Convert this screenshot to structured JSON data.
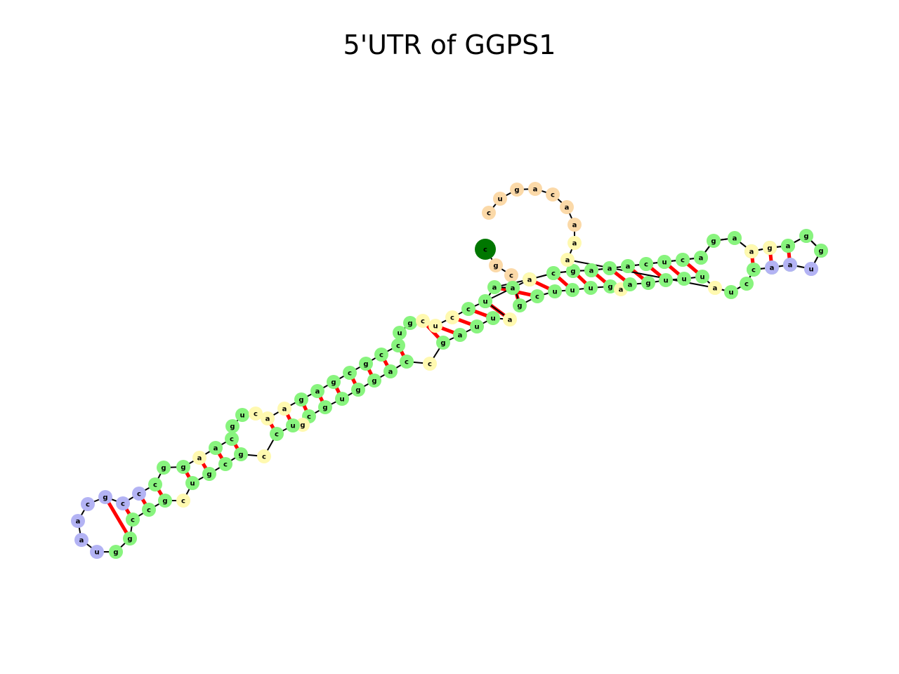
{
  "title": "5'UTR of GGPS1",
  "colors": {
    "stem": "#88f47e",
    "hairpin_loop": "#b3b3f4",
    "internal_loop": "#fff9b0",
    "external": "#fbd9a8",
    "five_prime": "#007700",
    "three_prime": "#ff0000",
    "pair_bond": "#ff0000",
    "backbone": "#000000"
  },
  "nucleotides": [
    {
      "base": "c",
      "type": "five_prime"
    },
    {
      "base": "g",
      "type": "external"
    },
    {
      "base": "c",
      "type": "external"
    },
    {
      "base": "g",
      "type": "stem"
    },
    {
      "base": "c",
      "type": "stem"
    },
    {
      "base": "u",
      "type": "stem"
    },
    {
      "base": "u",
      "type": "stem"
    },
    {
      "base": "u",
      "type": "stem"
    },
    {
      "base": "g",
      "type": "stem"
    },
    {
      "base": "a",
      "type": "internal_loop"
    },
    {
      "base": "a",
      "type": "stem"
    },
    {
      "base": "g",
      "type": "stem"
    },
    {
      "base": "u",
      "type": "stem"
    },
    {
      "base": "u",
      "type": "stem"
    },
    {
      "base": "u",
      "type": "stem"
    },
    {
      "base": "a",
      "type": "internal_loop"
    },
    {
      "base": "a",
      "type": "internal_loop"
    },
    {
      "base": "a",
      "type": "internal_loop"
    },
    {
      "base": "u",
      "type": "stem"
    },
    {
      "base": "c",
      "type": "stem"
    },
    {
      "base": "c",
      "type": "stem"
    },
    {
      "base": "a",
      "type": "hairpin_loop"
    },
    {
      "base": "a",
      "type": "hairpin_loop"
    },
    {
      "base": "u",
      "type": "hairpin_loop"
    },
    {
      "base": "g",
      "type": "stem"
    },
    {
      "base": "g",
      "type": "stem"
    },
    {
      "base": "a",
      "type": "stem"
    },
    {
      "base": "g",
      "type": "internal_loop"
    },
    {
      "base": "a",
      "type": "internal_loop"
    },
    {
      "base": "a",
      "type": "stem"
    },
    {
      "base": "g",
      "type": "stem"
    },
    {
      "base": "g",
      "type": "stem"
    },
    {
      "base": "a",
      "type": "stem"
    },
    {
      "base": "c",
      "type": "stem"
    },
    {
      "base": "u",
      "type": "stem"
    },
    {
      "base": "c",
      "type": "stem"
    },
    {
      "base": "a",
      "type": "stem"
    },
    {
      "base": "a",
      "type": "stem"
    },
    {
      "base": "g",
      "type": "stem"
    },
    {
      "base": "a",
      "type": "internal_loop"
    },
    {
      "base": "c",
      "type": "stem"
    },
    {
      "base": "g",
      "type": "stem"
    },
    {
      "base": "a",
      "type": "internal_loop"
    },
    {
      "base": "u",
      "type": "stem"
    },
    {
      "base": "u",
      "type": "stem"
    },
    {
      "base": "a",
      "type": "stem"
    },
    {
      "base": "g",
      "type": "stem"
    },
    {
      "base": "c",
      "type": "internal_loop"
    },
    {
      "base": "c",
      "type": "stem"
    },
    {
      "base": "a",
      "type": "stem"
    },
    {
      "base": "g",
      "type": "stem"
    },
    {
      "base": "g",
      "type": "stem"
    },
    {
      "base": "u",
      "type": "stem"
    },
    {
      "base": "g",
      "type": "stem"
    },
    {
      "base": "c",
      "type": "stem"
    },
    {
      "base": "g",
      "type": "internal_loop"
    },
    {
      "base": "u",
      "type": "stem"
    },
    {
      "base": "c",
      "type": "stem"
    },
    {
      "base": "c",
      "type": "internal_loop"
    },
    {
      "base": "g",
      "type": "stem"
    },
    {
      "base": "c",
      "type": "stem"
    },
    {
      "base": "g",
      "type": "stem"
    },
    {
      "base": "u",
      "type": "stem"
    },
    {
      "base": "c",
      "type": "internal_loop"
    },
    {
      "base": "g",
      "type": "stem"
    },
    {
      "base": "c",
      "type": "stem"
    },
    {
      "base": "c",
      "type": "stem"
    },
    {
      "base": "g",
      "type": "stem"
    },
    {
      "base": "g",
      "type": "stem"
    },
    {
      "base": "u",
      "type": "hairpin_loop"
    },
    {
      "base": "a",
      "type": "hairpin_loop"
    },
    {
      "base": "a",
      "type": "hairpin_loop"
    },
    {
      "base": "c",
      "type": "hairpin_loop"
    },
    {
      "base": "g",
      "type": "hairpin_loop"
    },
    {
      "base": "c",
      "type": "hairpin_loop"
    },
    {
      "base": "c",
      "type": "hairpin_loop"
    },
    {
      "base": "c",
      "type": "stem"
    },
    {
      "base": "g",
      "type": "stem"
    },
    {
      "base": "g",
      "type": "stem"
    },
    {
      "base": "a",
      "type": "internal_loop"
    },
    {
      "base": "a",
      "type": "stem"
    },
    {
      "base": "c",
      "type": "stem"
    },
    {
      "base": "g",
      "type": "stem"
    },
    {
      "base": "u",
      "type": "stem"
    },
    {
      "base": "c",
      "type": "internal_loop"
    },
    {
      "base": "a",
      "type": "internal_loop"
    },
    {
      "base": "a",
      "type": "internal_loop"
    },
    {
      "base": "g",
      "type": "stem"
    },
    {
      "base": "a",
      "type": "stem"
    },
    {
      "base": "g",
      "type": "stem"
    },
    {
      "base": "c",
      "type": "stem"
    },
    {
      "base": "g",
      "type": "stem"
    },
    {
      "base": "c",
      "type": "stem"
    },
    {
      "base": "c",
      "type": "stem"
    },
    {
      "base": "u",
      "type": "stem"
    },
    {
      "base": "g",
      "type": "stem"
    },
    {
      "base": "c",
      "type": "internal_loop"
    },
    {
      "base": "u",
      "type": "internal_loop"
    },
    {
      "base": "c",
      "type": "internal_loop"
    },
    {
      "base": "c",
      "type": "stem"
    },
    {
      "base": "u",
      "type": "stem"
    },
    {
      "base": "a",
      "type": "stem"
    },
    {
      "base": "a",
      "type": "stem"
    },
    {
      "base": "a",
      "type": "internal_loop"
    },
    {
      "base": "c",
      "type": "stem"
    },
    {
      "base": "g",
      "type": "stem"
    },
    {
      "base": "a",
      "type": "stem"
    },
    {
      "base": "a",
      "type": "stem"
    },
    {
      "base": "a",
      "type": "stem"
    },
    {
      "base": "c",
      "type": "stem"
    },
    {
      "base": "u",
      "type": "stem"
    },
    {
      "base": "c",
      "type": "stem"
    },
    {
      "base": "a",
      "type": "stem"
    },
    {
      "base": "g",
      "type": "stem"
    },
    {
      "base": "a",
      "type": "stem"
    },
    {
      "base": "a",
      "type": "internal_loop"
    },
    {
      "base": "g",
      "type": "internal_loop"
    },
    {
      "base": "a",
      "type": "stem"
    },
    {
      "base": "g",
      "type": "stem"
    },
    {
      "base": "g",
      "type": "stem"
    },
    {
      "base": "u",
      "type": "hairpin_loop"
    },
    {
      "base": "a",
      "type": "hairpin_loop"
    },
    {
      "base": "a",
      "type": "hairpin_loop"
    },
    {
      "base": "c",
      "type": "stem"
    },
    {
      "base": "c",
      "type": "stem"
    },
    {
      "base": "u",
      "type": "stem"
    },
    {
      "base": "a",
      "type": "internal_loop"
    },
    {
      "base": "a",
      "type": "internal_loop"
    },
    {
      "base": "a",
      "type": "internal_loop"
    },
    {
      "base": "a",
      "type": "external"
    },
    {
      "base": "a",
      "type": "external"
    },
    {
      "base": "c",
      "type": "external"
    },
    {
      "base": "a",
      "type": "external"
    },
    {
      "base": "g",
      "type": "external"
    },
    {
      "base": "u",
      "type": "external"
    },
    {
      "base": "c",
      "type": "external"
    },
    {
      "base": "c",
      "type": "three_prime"
    }
  ]
}
